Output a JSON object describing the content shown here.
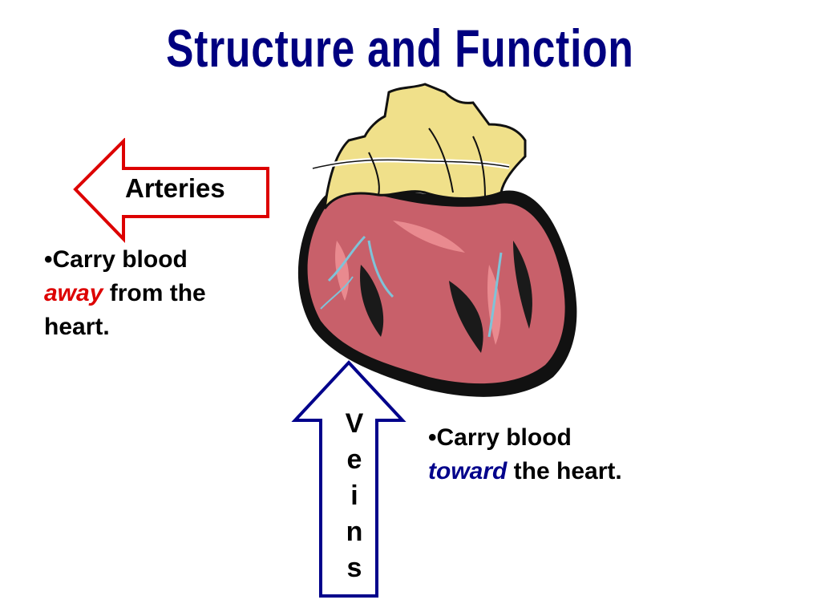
{
  "title": "Structure and Function",
  "arteries": {
    "label": "Arteries",
    "bullet": "•",
    "line1": "Carry blood",
    "emphasis": "away",
    "line2_rest": " from the",
    "line3": "heart.",
    "arrow_color": "#dd0000"
  },
  "veins": {
    "letters": [
      "V",
      "e",
      "i",
      "n",
      "s"
    ],
    "bullet": "•",
    "line1": "Carry blood",
    "emphasis": "toward",
    "line2_rest": " the heart.",
    "arrow_color": "#00008b"
  },
  "heart": {
    "icon": "heart-illustration",
    "muscle_color": "#c8606a",
    "vessel_color": "#f0e08a"
  }
}
